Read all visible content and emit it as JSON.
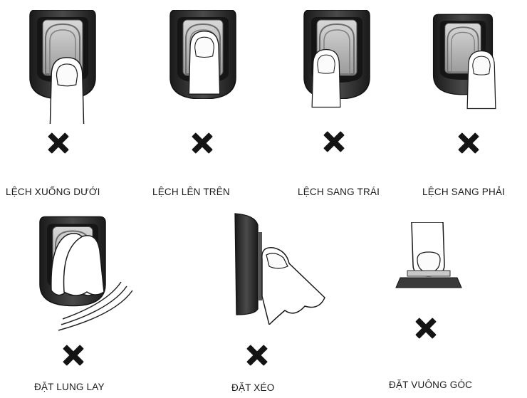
{
  "wrong_placements": [
    {
      "label": "LỆCH XUỐNG DƯỚI",
      "icon": "cross-mark-icon"
    },
    {
      "label": "LỆCH LÊN TRÊN",
      "icon": "cross-mark-icon"
    },
    {
      "label": "LỆCH SANG TRÁI",
      "icon": "cross-mark-icon"
    },
    {
      "label": "LỆCH SANG PHẢI",
      "icon": "cross-mark-icon"
    },
    {
      "label": "ĐẶT LUNG LAY",
      "icon": "cross-mark-icon"
    },
    {
      "label": "ĐẶT XÉO",
      "icon": "cross-mark-icon"
    },
    {
      "label": "ĐẶT VUÔNG GÓC",
      "icon": "cross-mark-icon"
    }
  ],
  "colors": {
    "sensor_body": "#2b2b2b",
    "sensor_window": "#b9b9b9",
    "cross": "#141414"
  }
}
